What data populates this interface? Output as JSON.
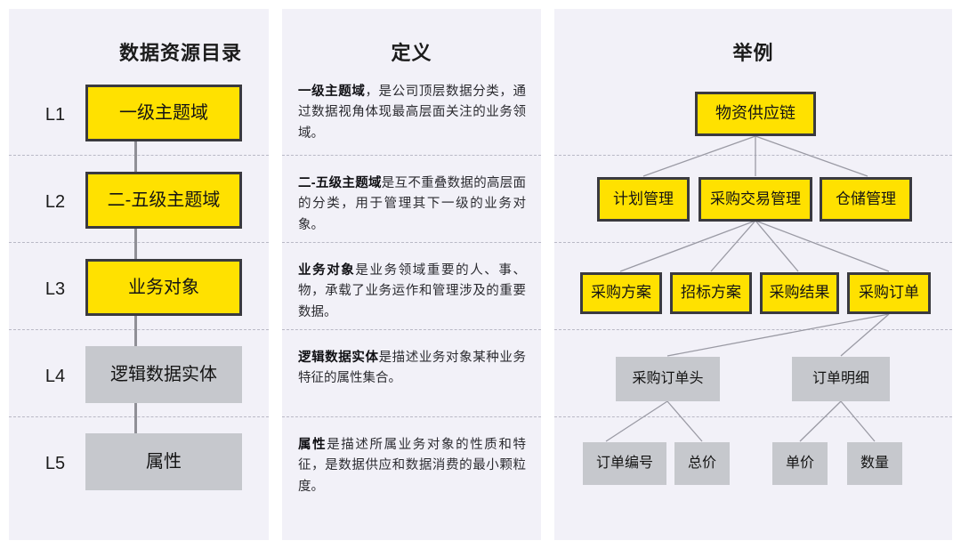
{
  "columns": {
    "catalog_title": "数据资源目录",
    "definition_title": "定义",
    "example_title": "举例"
  },
  "levels": [
    {
      "id": "L1",
      "label": "L1"
    },
    {
      "id": "L2",
      "label": "L2"
    },
    {
      "id": "L3",
      "label": "L3"
    },
    {
      "id": "L4",
      "label": "L4"
    },
    {
      "id": "L5",
      "label": "L5"
    }
  ],
  "catalog_nodes": [
    {
      "label": "一级主题域",
      "style": "yellow"
    },
    {
      "label": "二-五级主题域",
      "style": "yellow"
    },
    {
      "label": "业务对象",
      "style": "yellow"
    },
    {
      "label": "逻辑数据实体",
      "style": "gray"
    },
    {
      "label": "属性",
      "style": "gray"
    }
  ],
  "definitions": [
    {
      "term": "一级主题域",
      "rest": "，是公司顶层数据分类，通过数据视角体现最高层面关注的业务领域。"
    },
    {
      "term": "二-五级主题域",
      "rest": "是互不重叠数据的高层面的分类，用于管理其下一级的业务对象。"
    },
    {
      "term": "业务对象",
      "rest": "是业务领域重要的人、事、物，承载了业务运作和管理涉及的重要数据。"
    },
    {
      "term": "逻辑数据实体",
      "rest": "是描述业务对象某种业务特征的属性集合。"
    },
    {
      "term": "属性",
      "rest": "是描述所属业务对象的性质和特征，是数据供应和数据消费的最小颗粒度。"
    }
  ],
  "example_nodes": {
    "l1": [
      {
        "label": "物资供应链",
        "style": "yellow"
      }
    ],
    "l2": [
      {
        "label": "计划管理",
        "style": "yellow"
      },
      {
        "label": "采购交易管理",
        "style": "yellow"
      },
      {
        "label": "仓储管理",
        "style": "yellow"
      }
    ],
    "l3": [
      {
        "label": "采购方案",
        "style": "yellow"
      },
      {
        "label": "招标方案",
        "style": "yellow"
      },
      {
        "label": "采购结果",
        "style": "yellow"
      },
      {
        "label": "采购订单",
        "style": "yellow"
      }
    ],
    "l4": [
      {
        "label": "采购订单头",
        "style": "gray"
      },
      {
        "label": "订单明细",
        "style": "gray"
      }
    ],
    "l5": [
      {
        "label": "订单编号",
        "style": "gray"
      },
      {
        "label": "总价",
        "style": "gray"
      },
      {
        "label": "单价",
        "style": "gray"
      },
      {
        "label": "数量",
        "style": "gray"
      }
    ]
  },
  "colors": {
    "accent_yellow": "#ffe100",
    "node_border": "#3a3a3f",
    "gray_node": "#c6c8cd",
    "panel_bg": "#f2f1f8",
    "divider": "#b9b9c6",
    "connector": "#9a9aa4"
  }
}
